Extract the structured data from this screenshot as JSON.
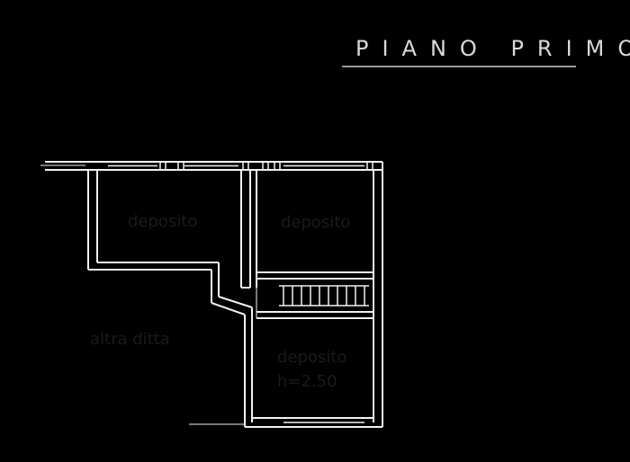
{
  "title": "PIANO PRIMO",
  "rooms": {
    "deposito_left": "deposito",
    "deposito_right": "deposito",
    "deposito_bottom": "deposito",
    "deposito_bottom_height": "h=2.50",
    "altra_ditta": "altra ditta"
  },
  "colors": {
    "background": "#000000",
    "wall": "#f2f2f2",
    "text": "#1a1a1a",
    "title": "#d9d9d9"
  }
}
